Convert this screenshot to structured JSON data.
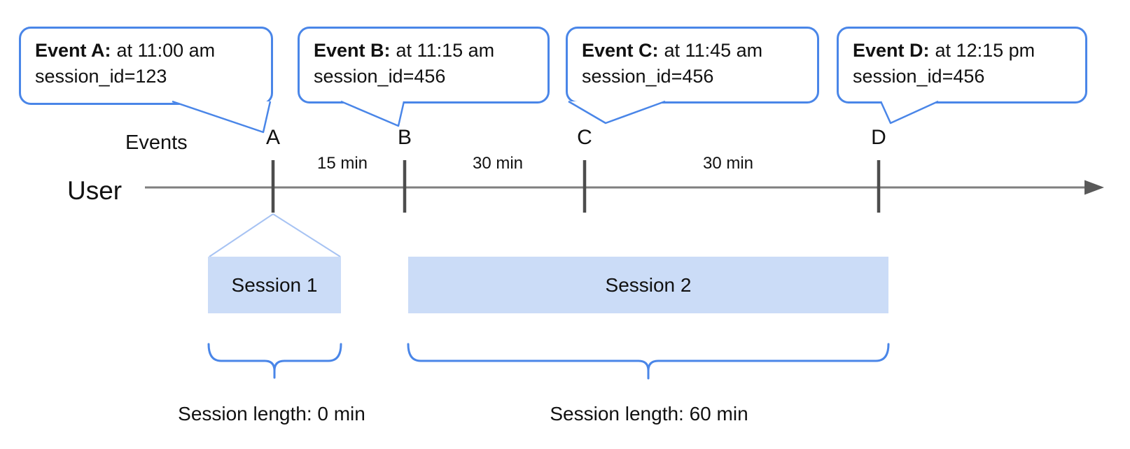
{
  "diagram": {
    "events_label": "Events",
    "user_label": "User",
    "bubbles": [
      {
        "title": "Event A:",
        "time": "at 11:00 am",
        "session": "session_id=123",
        "marker": "A"
      },
      {
        "title": "Event B:",
        "time": "at 11:15 am",
        "session": "session_id=456",
        "marker": "B"
      },
      {
        "title": "Event C:",
        "time": "at 11:45 am",
        "session": "session_id=456",
        "marker": "C"
      },
      {
        "title": "Event D:",
        "time": "at 12:15 pm",
        "session": "session_id=456",
        "marker": "D"
      }
    ],
    "intervals": [
      {
        "label": "15 min"
      },
      {
        "label": "30 min"
      },
      {
        "label": "30 min"
      }
    ],
    "sessions": [
      {
        "name": "Session 1",
        "length": "Session length: 0 min"
      },
      {
        "name": "Session 2",
        "length": "Session length: 60 min"
      }
    ],
    "colors": {
      "accent_blue": "#4a86e8",
      "light_blue_fill": "#cbdcf7",
      "funnel_blue": "#a7c3f3",
      "timeline_gray": "#7f7f7f",
      "tick_gray": "#4d4d4d",
      "arrow_gray": "#595959"
    }
  }
}
